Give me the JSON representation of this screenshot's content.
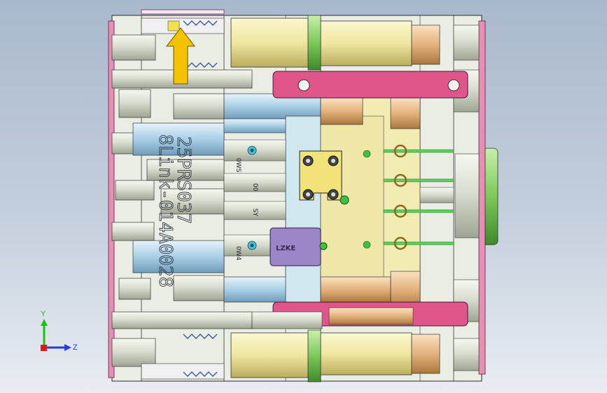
{
  "viewport": {
    "background_top": "#a9b8cc",
    "background_bottom": "#e9edf2"
  },
  "engraving": {
    "line1": "25PRS037",
    "line2": "8Link-014A0028"
  },
  "part_marks": {
    "mark_a": "0WS",
    "mark_b": "00",
    "mark_c": "SY",
    "mark_d": "0W4"
  },
  "purple_tag": {
    "text": "LZKE"
  },
  "triad": {
    "y_label": "Y",
    "z_label": "Z",
    "y_color": "#19c219",
    "z_color": "#1f3fe0",
    "x_color": "#e01818"
  },
  "colors": {
    "pink": "#e0558a",
    "yellow_arrow": "#f5c200",
    "light_blue": "#bcd9ea",
    "cream": "#f2ecb2",
    "orange": "#e8b885",
    "green_pin": "#4ec24e",
    "purple": "#9b86c7"
  }
}
